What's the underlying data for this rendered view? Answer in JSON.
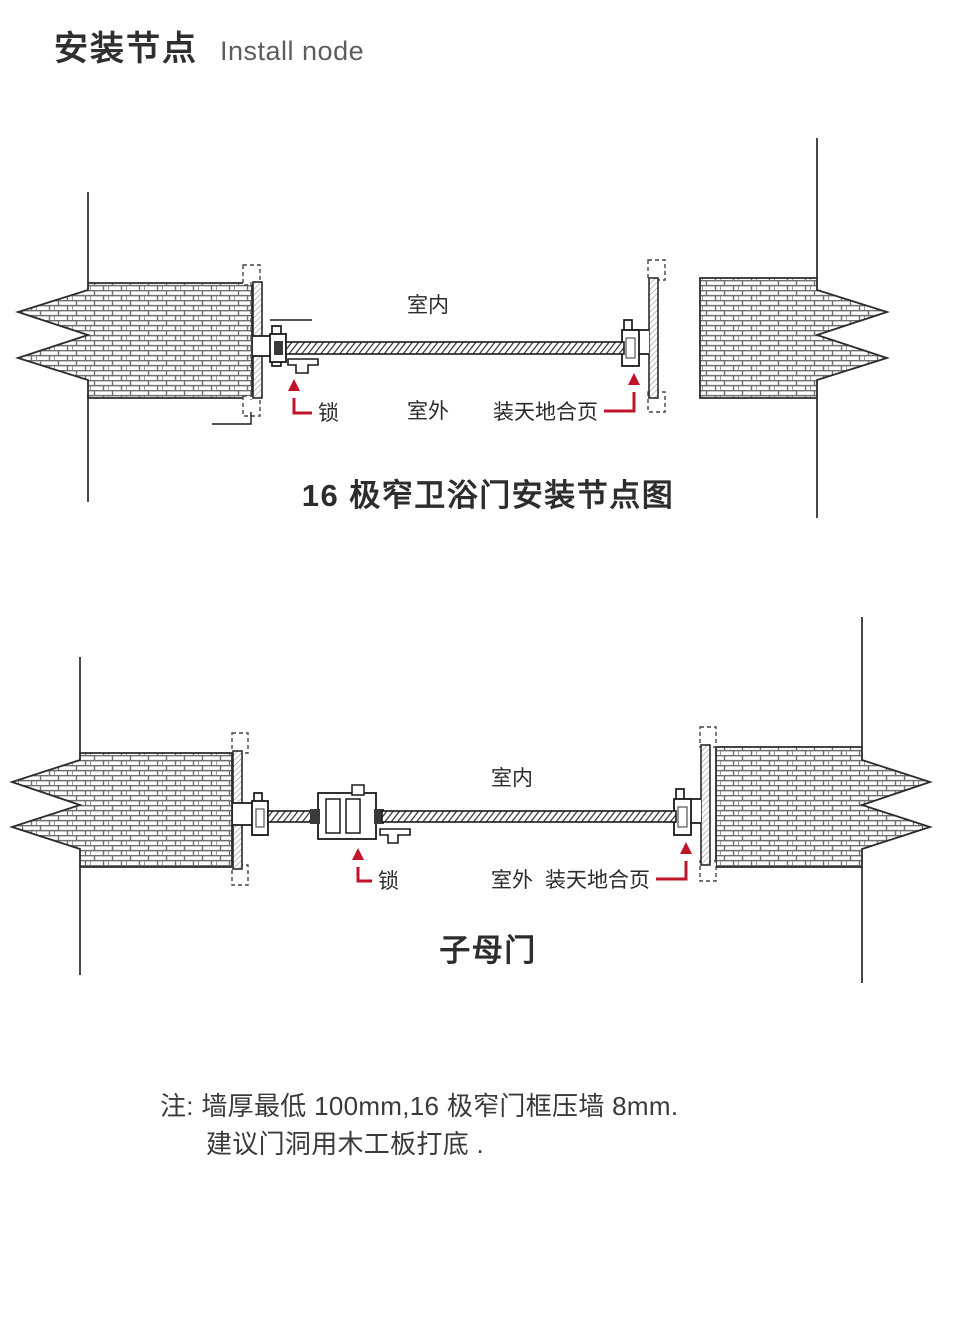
{
  "header": {
    "title_cn": "安装节点",
    "title_en": "Install node"
  },
  "colors": {
    "ink": "#2b2b2b",
    "line": "#1a1a1a",
    "arrow_red": "#c0142b",
    "brick_fill": "#ffffff",
    "brick_mortar": "#6f6f6f",
    "panel_hatch": "#333333",
    "frame_gray": "#7a7a7a"
  },
  "figures": [
    {
      "id": "figure-1",
      "title": "16 极窄卫浴门安装节点图",
      "labels": {
        "indoor": "室内",
        "outdoor": "室外",
        "lock": "锁",
        "hinge": "装天地合页"
      },
      "notes_visible": false
    },
    {
      "id": "figure-2",
      "title": "子母门",
      "labels": {
        "indoor": "室内",
        "outdoor": "室外",
        "lock": "锁",
        "hinge": "装天地合页"
      },
      "notes_visible": false
    }
  ],
  "notes": {
    "line1": "注: 墙厚最低 100mm,16 极窄门框压墙 8mm.",
    "line2": "建议门洞用木工板打底 ."
  }
}
